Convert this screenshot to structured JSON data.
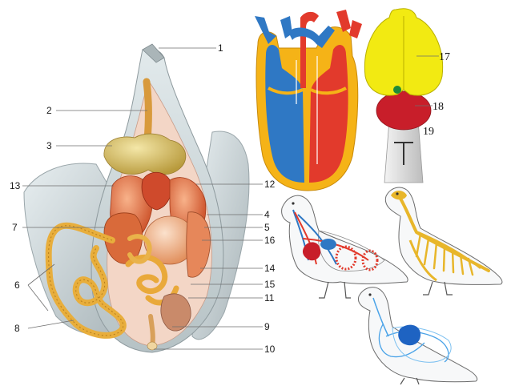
{
  "labels": {
    "l1": "1",
    "l2": "2",
    "l3": "3",
    "l4": "4",
    "l5": "5",
    "l6": "6",
    "l7": "7",
    "l8": "8",
    "l9": "9",
    "l10": "10",
    "l11": "11",
    "l12": "12",
    "l13": "13",
    "l14": "14",
    "l15": "15",
    "l16": "16",
    "l17": "17",
    "l18": "18",
    "l19": "19"
  },
  "colors": {
    "arterial": "#e23a2c",
    "venous": "#2f78c4",
    "pericardium": "#f5b317",
    "brain_hemispheres": "#f2ea12",
    "cerebellum": "#c81e2a",
    "skeleton": "#e8b62a",
    "organs": "#e8703c",
    "wing_gray": "#c9d3d6"
  }
}
